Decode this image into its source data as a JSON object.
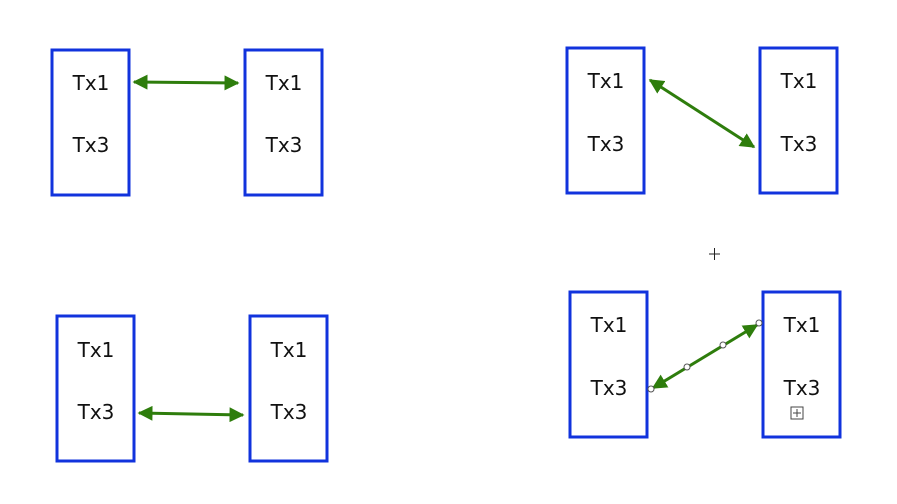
{
  "diagrams": [
    {
      "left_box": {
        "items": [
          "Tx1",
          "Tx3"
        ]
      },
      "right_box": {
        "items": [
          "Tx1",
          "Tx3"
        ]
      },
      "link": {
        "from": "left.Tx1",
        "to": "right.Tx1",
        "style": "double-arrow"
      }
    },
    {
      "left_box": {
        "items": [
          "Tx1",
          "Tx3"
        ]
      },
      "right_box": {
        "items": [
          "Tx1",
          "Tx3"
        ]
      },
      "link": {
        "from": "left.Tx1",
        "to": "right.Tx3",
        "style": "double-arrow"
      }
    },
    {
      "left_box": {
        "items": [
          "Tx1",
          "Tx3"
        ]
      },
      "right_box": {
        "items": [
          "Tx1",
          "Tx3"
        ]
      },
      "link": {
        "from": "left.Tx3",
        "to": "right.Tx3",
        "style": "double-arrow"
      }
    },
    {
      "left_box": {
        "items": [
          "Tx1",
          "Tx3"
        ]
      },
      "right_box": {
        "items": [
          "Tx1",
          "Tx3"
        ]
      },
      "link": {
        "from": "left.Tx3",
        "to": "right.Tx1",
        "style": "double-arrow",
        "selected": true
      }
    }
  ],
  "colors": {
    "box_border": "#1133dd",
    "arrow": "#2e7d0c",
    "text": "#111111",
    "handle": "#555555"
  },
  "icons": {
    "cursor": "crosshair-icon",
    "move_handle": "move-handle-icon"
  }
}
